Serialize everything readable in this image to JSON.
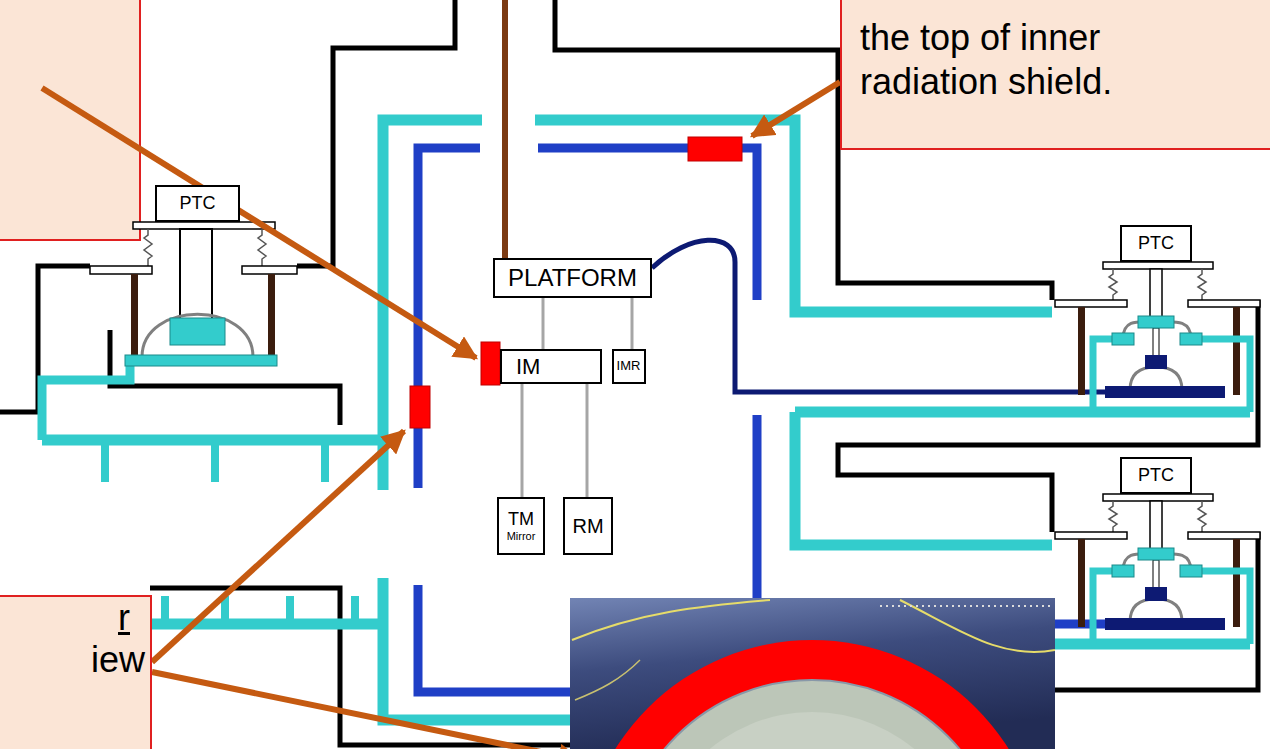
{
  "diagram": {
    "nodes": [
      {
        "text": [
          "the top of inner radiation shield."
        ]
      },
      {
        "text": [
          "PTC"
        ]
      },
      {
        "text": [
          "PTC"
        ]
      },
      {
        "text": [
          "PLATFORM"
        ]
      },
      {
        "text": [
          "IM"
        ]
      },
      {
        "text": [
          "IMR"
        ]
      },
      {
        "text": [
          "PTC"
        ]
      },
      {
        "text": [
          "TM",
          "Mirror"
        ]
      },
      {
        "text": [
          "RM"
        ]
      },
      {
        "text": [
          "r",
          "iew"
        ]
      }
    ],
    "edges": [
      {
        "from": 3,
        "to": 4,
        "arrow": "none"
      },
      {
        "from": 3,
        "to": 5,
        "arrow": "none"
      },
      {
        "from": 4,
        "to": 7,
        "arrow": "none"
      },
      {
        "from": 4,
        "to": 8,
        "arrow": "none"
      }
    ]
  }
}
